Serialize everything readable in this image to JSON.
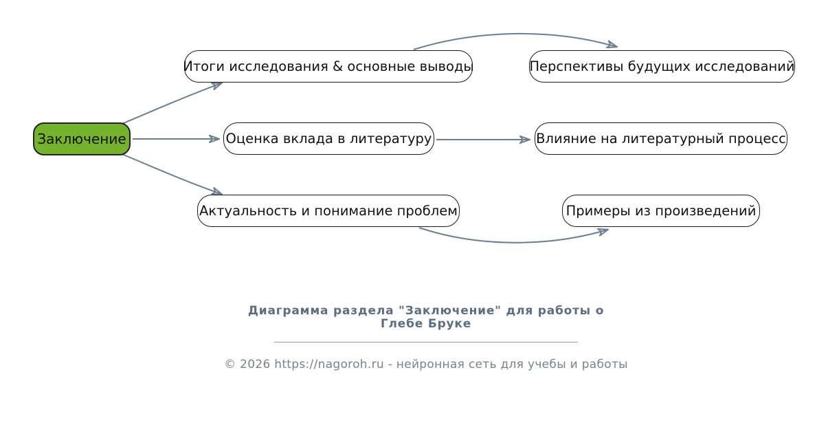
{
  "diagram": {
    "root": {
      "label": "Заключение"
    },
    "nodes": [
      {
        "id": "itogi",
        "label": "Итоги исследования & основные выводы"
      },
      {
        "id": "perspektivy",
        "label": "Перспективы будущих исследований"
      },
      {
        "id": "ocenka",
        "label": "Оценка вклада в литературу"
      },
      {
        "id": "vliyanie",
        "label": "Влияние на литературный процесс"
      },
      {
        "id": "aktualnost",
        "label": "Актуальность и понимание проблем"
      },
      {
        "id": "primery",
        "label": "Примеры из произведений"
      }
    ],
    "edges": [
      {
        "from": "Заключение",
        "to": "Итоги исследования & основные выводы"
      },
      {
        "from": "Заключение",
        "to": "Оценка вклада в литературу"
      },
      {
        "from": "Заключение",
        "to": "Актуальность и понимание проблем"
      },
      {
        "from": "Итоги исследования & основные выводы",
        "to": "Перспективы будущих исследований"
      },
      {
        "from": "Оценка вклада в литературу",
        "to": "Влияние на литературный процесс"
      },
      {
        "from": "Актуальность и понимание проблем",
        "to": "Примеры из произведений"
      }
    ]
  },
  "footer": {
    "title_line1": "Диаграмма раздела \"Заключение\" для работы о",
    "title_line2": "Глебе Бруке",
    "copyright": "© 2026 https://nagoroh.ru - нейронная сеть для учебы и работы"
  },
  "colors": {
    "background": "#ffffff",
    "rootFill": "#74b32b",
    "nodeFill": "#ffffff",
    "nodeBorder": "#1a1a1a",
    "text": "#111111",
    "edge": "#6b7f90",
    "titleText": "#5d6e81",
    "divider": "#8d99a4",
    "footerText": "#76838f"
  }
}
